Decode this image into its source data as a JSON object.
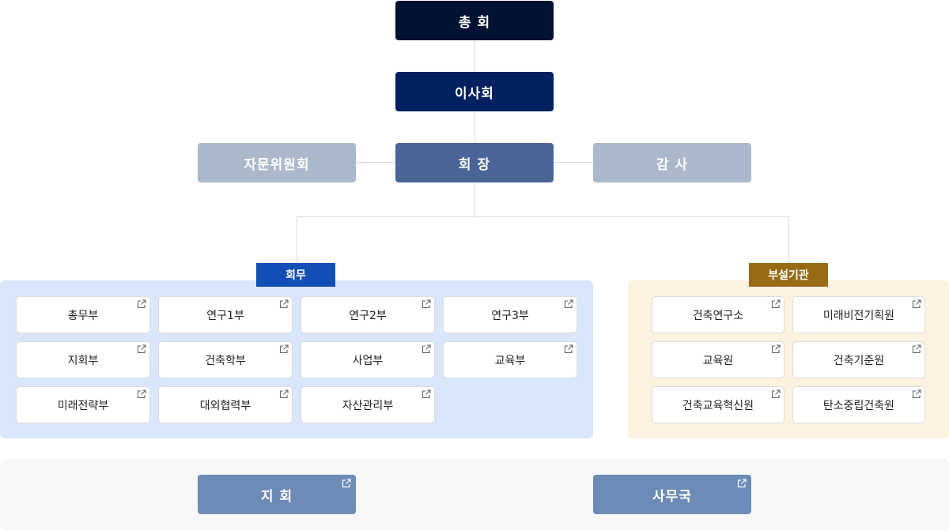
{
  "top": {
    "general_assembly": "총 회",
    "board": "이사회",
    "advisory": "자문위원회",
    "president": "회 장",
    "audit": "감 사"
  },
  "affairs": {
    "label": "회무",
    "items": [
      "총무부",
      "연구1부",
      "연구2부",
      "연구3부",
      "지회부",
      "건축학부",
      "사업부",
      "교육부",
      "미래전략부",
      "대외협력부",
      "자산관리부"
    ]
  },
  "affiliated": {
    "label": "부설기관",
    "items": [
      "건축연구소",
      "미래비전기획원",
      "교육원",
      "건축기준원",
      "건축교육혁신원",
      "탄소중립건축원"
    ]
  },
  "bottom": {
    "branches": "지 회",
    "secretariat": "사무국"
  },
  "colors": {
    "general_assembly": "#001233",
    "board": "#00205f",
    "president": "#4a6699",
    "side": "#abb8cc",
    "affairs_badge": "#134fb5",
    "affiliated_badge": "#996b14",
    "affairs_bg": "#d9e6fb",
    "affiliated_bg": "#fdf1df",
    "bottom_btn": "#6d8bb7"
  }
}
